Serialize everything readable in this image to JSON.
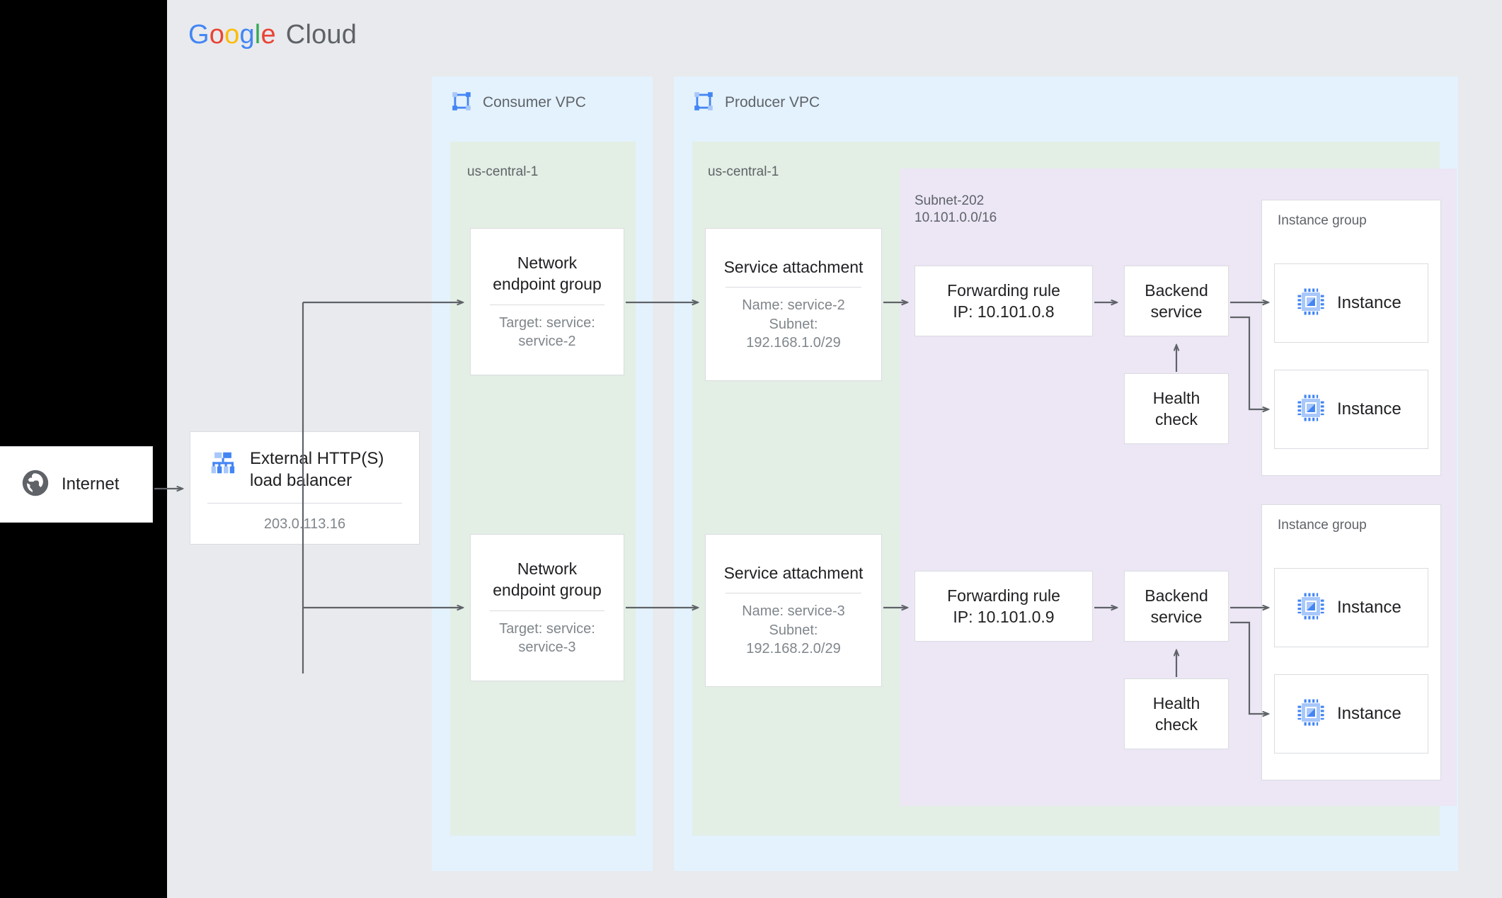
{
  "brand": {
    "name_parts": [
      "G",
      "o",
      "o",
      "g",
      "l",
      "e"
    ],
    "suffix": "Cloud",
    "colors": [
      "#4285f4",
      "#ea4335",
      "#fbbc05",
      "#4285f4",
      "#34a853",
      "#ea4335"
    ],
    "suffix_color": "#5f6368"
  },
  "external": {
    "internet_label": "Internet",
    "internet_icon": "globe-icon",
    "lb_title": "External HTTP(S)\nload balancer",
    "lb_icon": "load-balancer-icon",
    "lb_ip": "203.0.113.16"
  },
  "consumer_vpc": {
    "title": "Consumer VPC",
    "icon": "vpc-icon",
    "region": "us-central-1",
    "negs": [
      {
        "title": "Network\nendpoint group",
        "sub": "Target: service:\nservice-2"
      },
      {
        "title": "Network\nendpoint group",
        "sub": "Target: service:\nservice-3"
      }
    ]
  },
  "producer_vpc": {
    "title": "Producer VPC",
    "icon": "vpc-icon",
    "region": "us-central-1",
    "subnet": "Subnet-202\n10.101.0.0/16",
    "service_attachments": [
      {
        "title": "Service attachment",
        "sub": "Name: service-2\nSubnet:\n192.168.1.0/29"
      },
      {
        "title": "Service attachment",
        "sub": "Name: service-3\nSubnet:\n192.168.2.0/29"
      }
    ],
    "paths": [
      {
        "forwarding_rule": "Forwarding rule\nIP: 10.101.0.8",
        "backend_service": "Backend\nservice",
        "health_check": "Health\ncheck",
        "instance_group_label": "Instance group",
        "instances": [
          {
            "label": "Instance",
            "icon": "cpu-chip-icon"
          },
          {
            "label": "Instance",
            "icon": "cpu-chip-icon"
          }
        ]
      },
      {
        "forwarding_rule": "Forwarding rule\nIP: 10.101.0.9",
        "backend_service": "Backend\nservice",
        "health_check": "Health\ncheck",
        "instance_group_label": "Instance group",
        "instances": [
          {
            "label": "Instance",
            "icon": "cpu-chip-icon"
          },
          {
            "label": "Instance",
            "icon": "cpu-chip-icon"
          }
        ]
      }
    ]
  },
  "palette": {
    "canvas": "#e8eaed",
    "vpc": "#e3f2fd",
    "region": "#e3eee5",
    "subnet": "#ece6f5",
    "box_border": "#dadce0",
    "text_primary": "#202124",
    "text_secondary": "#5f6368",
    "text_muted": "#80868b",
    "connector": "#5f6368",
    "icon_blue": "#4285f4",
    "icon_blue_light": "#a8c7fa"
  }
}
